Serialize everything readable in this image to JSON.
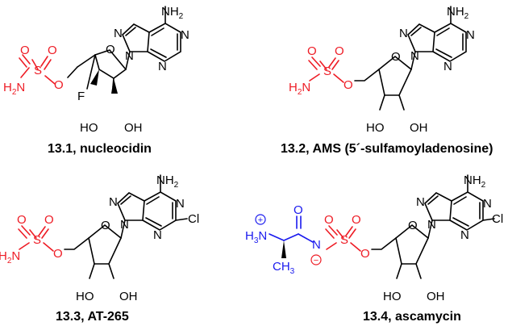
{
  "colors": {
    "black": "#000000",
    "red": "#ee1c25",
    "blue": "#1a1aee"
  },
  "atoms": {
    "nh2": "NH",
    "sub2": "2",
    "n": "N",
    "o": "O",
    "s": "S",
    "h2n": "H",
    "sub2n": "2",
    "n_after": "N",
    "f": "F",
    "ho": "HO",
    "oh": "OH",
    "cl": "Cl",
    "h3n": "H",
    "sub3": "3",
    "ch3": "CH",
    "plus": "+",
    "minus": "−"
  },
  "captions": {
    "c1": "13.1, nucleocidin",
    "c2": "13.2, AMS (5´-sulfamoyladenosine)",
    "c3": "13.3, AT-265",
    "c4": "13.4, ascamycin"
  }
}
